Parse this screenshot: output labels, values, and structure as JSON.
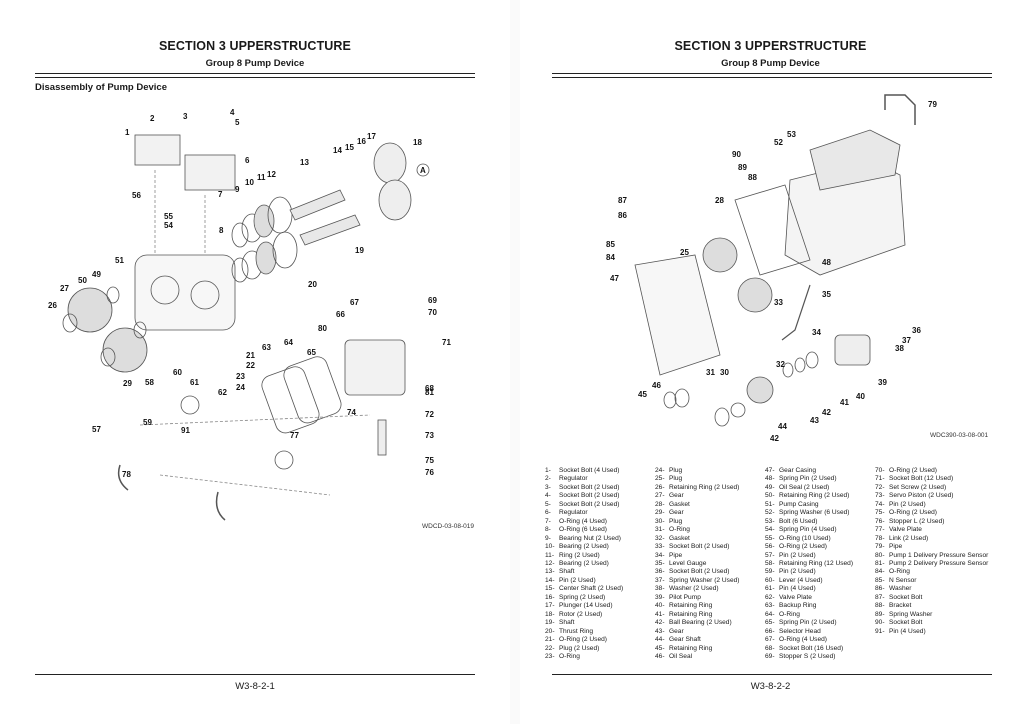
{
  "left_page": {
    "section_title": "SECTION 3 UPPERSTRUCTURE",
    "group_title": "Group 8 Pump Device",
    "subtitle": "Disassembly of Pump Device",
    "figure_code": "WDCD-03-08-019",
    "page_number": "W3-8-2-1",
    "callouts": [
      "1",
      "2",
      "3",
      "4",
      "5",
      "6",
      "7",
      "8",
      "9",
      "10",
      "11",
      "12",
      "13",
      "14",
      "15",
      "16",
      "17",
      "18",
      "19",
      "20",
      "21",
      "22",
      "23",
      "24",
      "26",
      "27",
      "29",
      "49",
      "50",
      "51",
      "54",
      "55",
      "56",
      "57",
      "58",
      "59",
      "60",
      "61",
      "62",
      "63",
      "64",
      "65",
      "66",
      "67",
      "68",
      "69",
      "70",
      "71",
      "72",
      "73",
      "74",
      "75",
      "76",
      "77",
      "78",
      "80",
      "81",
      "91",
      "A"
    ]
  },
  "right_page": {
    "section_title": "SECTION 3 UPPERSTRUCTURE",
    "group_title": "Group 8 Pump Device",
    "figure_code": "WDC390-03-08-001",
    "page_number": "W3-8-2-2",
    "callouts": [
      "25",
      "28",
      "30",
      "31",
      "32",
      "33",
      "34",
      "35",
      "36",
      "37",
      "38",
      "39",
      "40",
      "41",
      "42",
      "43",
      "44",
      "45",
      "46",
      "47",
      "48",
      "52",
      "53",
      "79",
      "84",
      "85",
      "86",
      "87",
      "88",
      "89",
      "90"
    ],
    "parts_list": [
      [
        {
          "n": "1-",
          "t": "Socket Bolt (4 Used)"
        },
        {
          "n": "2-",
          "t": "Regulator"
        },
        {
          "n": "3-",
          "t": "Socket Bolt (2 Used)"
        },
        {
          "n": "4-",
          "t": "Socket Bolt (2 Used)"
        },
        {
          "n": "5-",
          "t": "Socket Bolt (2 Used)"
        },
        {
          "n": "6-",
          "t": "Regulator"
        },
        {
          "n": "7-",
          "t": "O-Ring (4 Used)"
        },
        {
          "n": "8-",
          "t": "O-Ring (6 Used)"
        },
        {
          "n": "9-",
          "t": "Bearing Nut (2 Used)"
        },
        {
          "n": "10-",
          "t": "Bearing (2 Used)"
        },
        {
          "n": "11-",
          "t": "Ring (2 Used)"
        },
        {
          "n": "12-",
          "t": "Bearing (2 Used)"
        },
        {
          "n": "13-",
          "t": "Shaft"
        },
        {
          "n": "14-",
          "t": "Pin (2 Used)"
        },
        {
          "n": "15-",
          "t": "Center Shaft (2 Used)"
        },
        {
          "n": "16-",
          "t": "Spring (2 Used)"
        },
        {
          "n": "17-",
          "t": "Plunger (14 Used)"
        },
        {
          "n": "18-",
          "t": "Rotor (2 Used)"
        },
        {
          "n": "19-",
          "t": "Shaft"
        },
        {
          "n": "20-",
          "t": "Thrust Ring"
        },
        {
          "n": "21-",
          "t": "O-Ring (2 Used)"
        },
        {
          "n": "22-",
          "t": "Plug (2 Used)"
        },
        {
          "n": "23-",
          "t": "O-Ring"
        }
      ],
      [
        {
          "n": "24-",
          "t": "Plug"
        },
        {
          "n": "25-",
          "t": "Plug"
        },
        {
          "n": "26-",
          "t": "Retaining Ring (2 Used)"
        },
        {
          "n": "27-",
          "t": "Gear"
        },
        {
          "n": "28-",
          "t": "Gasket"
        },
        {
          "n": "29-",
          "t": "Gear"
        },
        {
          "n": "30-",
          "t": "Plug"
        },
        {
          "n": "31-",
          "t": "O-Ring"
        },
        {
          "n": "32-",
          "t": "Gasket"
        },
        {
          "n": "33-",
          "t": "Socket Bolt (2 Used)"
        },
        {
          "n": "34-",
          "t": "Pipe"
        },
        {
          "n": "35-",
          "t": "Level Gauge"
        },
        {
          "n": "36-",
          "t": "Socket Bolt (2 Used)"
        },
        {
          "n": "37-",
          "t": "Spring Washer (2 Used)"
        },
        {
          "n": "38-",
          "t": "Washer (2 Used)"
        },
        {
          "n": "39-",
          "t": "Pilot Pump"
        },
        {
          "n": "40-",
          "t": "Retaining Ring"
        },
        {
          "n": "41-",
          "t": "Retaining Ring"
        },
        {
          "n": "42-",
          "t": "Ball Bearing (2 Used)"
        },
        {
          "n": "43-",
          "t": "Gear"
        },
        {
          "n": "44-",
          "t": "Gear Shaft"
        },
        {
          "n": "45-",
          "t": "Retaining Ring"
        },
        {
          "n": "46-",
          "t": "Oil Seal"
        }
      ],
      [
        {
          "n": "47-",
          "t": "Gear Casing"
        },
        {
          "n": "48-",
          "t": "Spring Pin (2 Used)"
        },
        {
          "n": "49-",
          "t": "Oil Seal (2 Used)"
        },
        {
          "n": "50-",
          "t": "Retaining Ring (2 Used)"
        },
        {
          "n": "51-",
          "t": "Pump Casing"
        },
        {
          "n": "52-",
          "t": "Spring Washer (6 Used)"
        },
        {
          "n": "53-",
          "t": "Bolt (6 Used)"
        },
        {
          "n": "54-",
          "t": "Spring Pin (4 Used)"
        },
        {
          "n": "55-",
          "t": "O-Ring (10 Used)"
        },
        {
          "n": "56-",
          "t": "O-Ring (2 Used)"
        },
        {
          "n": "57-",
          "t": "Pin (2 Used)"
        },
        {
          "n": "58-",
          "t": "Retaining Ring (12 Used)"
        },
        {
          "n": "59-",
          "t": "Pin (2 Used)"
        },
        {
          "n": "60-",
          "t": "Lever (4 Used)"
        },
        {
          "n": "61-",
          "t": "Pin (4 Used)"
        },
        {
          "n": "62-",
          "t": "Valve Plate"
        },
        {
          "n": "63-",
          "t": "Backup Ring"
        },
        {
          "n": "64-",
          "t": "O-Ring"
        },
        {
          "n": "65-",
          "t": "Spring Pin (2 Used)"
        },
        {
          "n": "66-",
          "t": "Selector Head"
        },
        {
          "n": "67-",
          "t": "O-Ring (4 Used)"
        },
        {
          "n": "68-",
          "t": "Socket Bolt (16 Used)"
        },
        {
          "n": "69-",
          "t": "Stopper S (2 Used)"
        }
      ],
      [
        {
          "n": "70-",
          "t": "O-Ring (2 Used)"
        },
        {
          "n": "71-",
          "t": "Socket Bolt (12 Used)"
        },
        {
          "n": "72-",
          "t": "Set Screw (2 Used)"
        },
        {
          "n": "73-",
          "t": "Servo Piston (2 Used)"
        },
        {
          "n": "74-",
          "t": "Pin (2 Used)"
        },
        {
          "n": "75-",
          "t": "O-Ring (2 Used)"
        },
        {
          "n": "76-",
          "t": "Stopper L (2 Used)"
        },
        {
          "n": "77-",
          "t": "Valve Plate"
        },
        {
          "n": "78-",
          "t": "Link (2 Used)"
        },
        {
          "n": "79-",
          "t": "Pipe"
        },
        {
          "n": "80-",
          "t": "Pump 1 Delivery Pressure Sensor"
        },
        {
          "n": "81-",
          "t": "Pump 2 Delivery Pressure Sensor"
        },
        {
          "n": "84-",
          "t": "O-Ring"
        },
        {
          "n": "85-",
          "t": "N Sensor"
        },
        {
          "n": "86-",
          "t": "Washer"
        },
        {
          "n": "87-",
          "t": "Socket Bolt"
        },
        {
          "n": "88-",
          "t": "Bracket"
        },
        {
          "n": "89-",
          "t": "Spring Washer"
        },
        {
          "n": "90-",
          "t": "Socket Bolt"
        },
        {
          "n": "91-",
          "t": "Pin (4 Used)"
        }
      ]
    ]
  }
}
